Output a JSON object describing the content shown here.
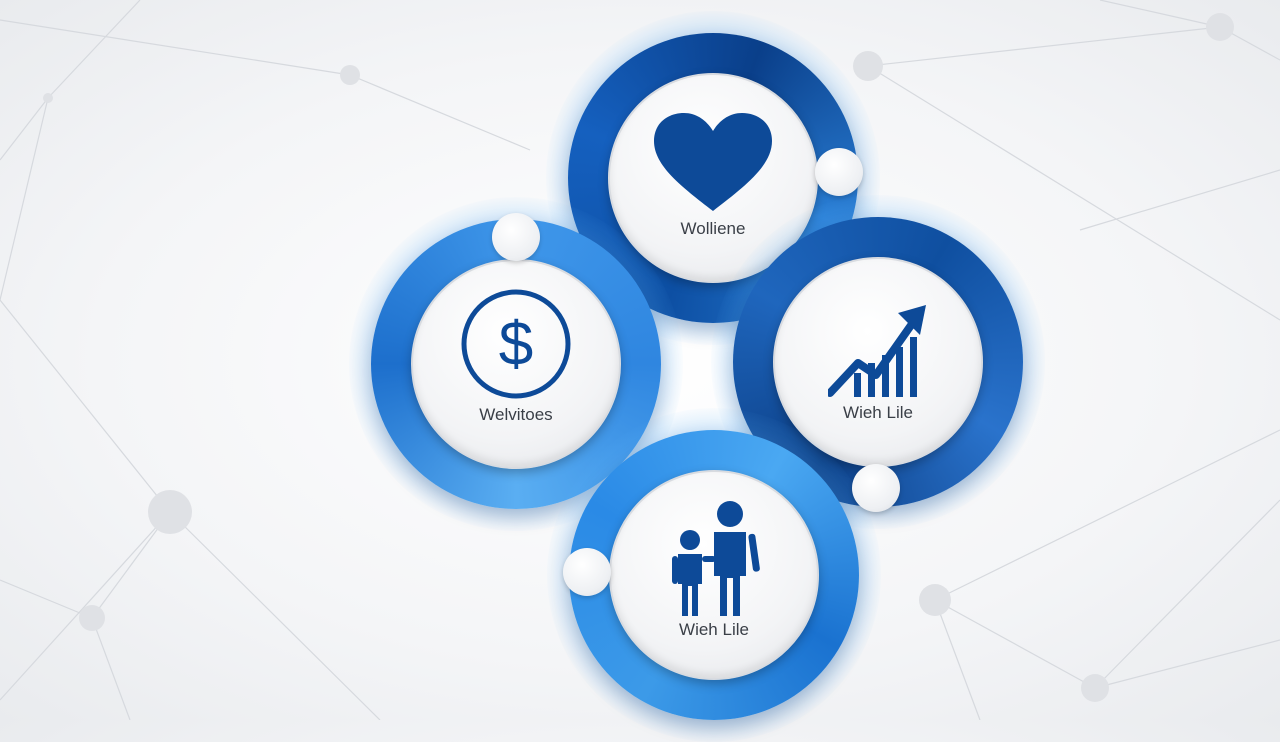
{
  "colors": {
    "primary": "#0d4fa3",
    "light_blue": "#2f86e0",
    "icon": "#0d4a98",
    "background": "#f4f5f7"
  },
  "nodes": {
    "top": {
      "label": "Wolliene",
      "icon": "heart-icon"
    },
    "left": {
      "label": "Welvitoes",
      "icon": "dollar-icon"
    },
    "right": {
      "label": "Wieh Lile",
      "icon": "growth-chart-icon"
    },
    "bottom": {
      "label": "Wieh Lile",
      "icon": "family-icon"
    }
  }
}
